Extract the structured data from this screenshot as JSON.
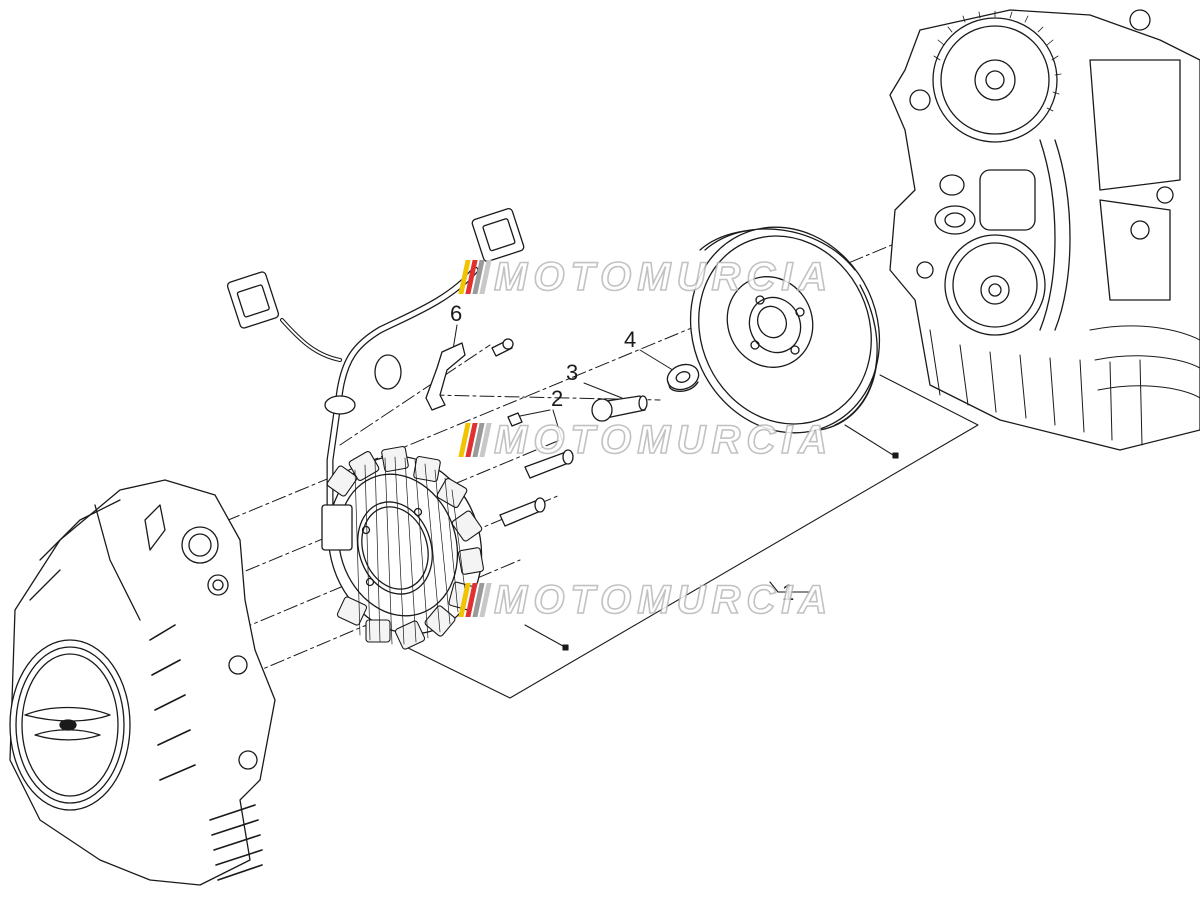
{
  "diagram": {
    "callouts": [
      {
        "id": "1",
        "label": "1"
      },
      {
        "id": "2",
        "label": "2"
      },
      {
        "id": "3",
        "label": "3"
      },
      {
        "id": "4",
        "label": "4"
      },
      {
        "id": "6",
        "label": "6"
      }
    ],
    "watermark": {
      "text": "MOTOMURCIA",
      "stripe_colors": [
        "#f0c400",
        "#e03030",
        "#9a9a9a",
        "#c8c8c8"
      ]
    },
    "line_color": "#1a1a1a"
  }
}
